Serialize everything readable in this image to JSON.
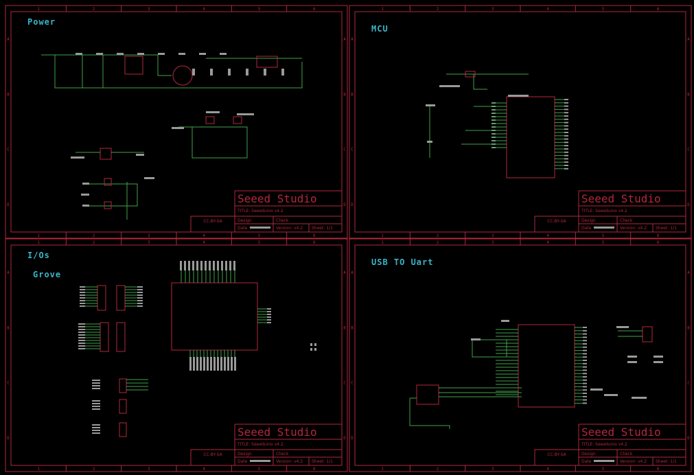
{
  "sheets": [
    {
      "title": "Power",
      "title_block": {
        "brand": "Seeed Studio",
        "title_line": "TITLE: Seeeduino v4.2",
        "license": "CC-BY-SA",
        "design_label": "Design",
        "check_label": "Check",
        "date_label": "Date",
        "version_label": "Version: v4.2",
        "sheet_label": "Sheet: 1/1"
      }
    },
    {
      "title": "MCU",
      "title_block": {
        "brand": "Seeed Studio",
        "title_line": "TITLE: Seeeduino v4.2",
        "license": "CC-BY-SA",
        "design_label": "Design",
        "check_label": "Check",
        "date_label": "Date",
        "version_label": "Version: v4.2",
        "sheet_label": "Sheet: 1/1"
      }
    },
    {
      "title": "I/Os",
      "subtitle": "Grove",
      "title_block": {
        "brand": "Seeed Studio",
        "title_line": "TITLE: Seeeduino v4.2",
        "license": "CC-BY-SA",
        "design_label": "Design",
        "check_label": "Check",
        "date_label": "Date",
        "version_label": "Version: v4.2",
        "sheet_label": "Sheet: 1/1"
      }
    },
    {
      "title": "USB TO Uart",
      "title_block": {
        "brand": "Seeed Studio",
        "title_line": "TITLE: Seeeduino v4.2",
        "license": "CC-BY-SA",
        "design_label": "Design",
        "check_label": "Check",
        "date_label": "Date",
        "version_label": "Version: v4.2",
        "sheet_label": "Sheet: 1/1"
      }
    }
  ],
  "border": {
    "columns_top": [
      "1",
      "2",
      "3",
      "4",
      "5",
      "6"
    ],
    "rows_side": [
      "A",
      "B",
      "C",
      "D"
    ]
  },
  "colors": {
    "background": "#000000",
    "frame": "#b4283c",
    "wire": "#3fa34d",
    "part_label": "#9a9a9a",
    "sheet_title": "#3bb5c8"
  }
}
